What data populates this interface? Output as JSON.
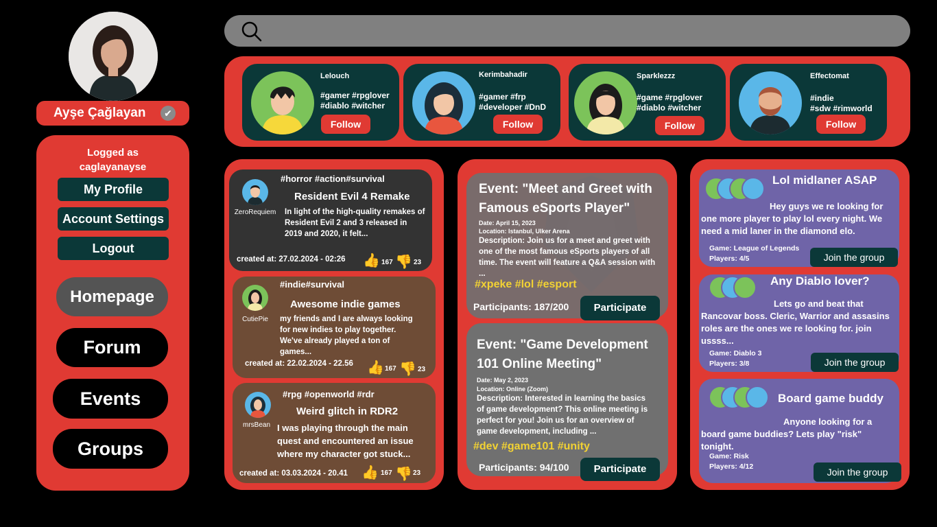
{
  "profile": {
    "name": "Ayşe Çağlayan",
    "logged_as_line1": "Logged as",
    "logged_as_line2": "caglayanayse"
  },
  "account_menu": {
    "my_profile": "My Profile",
    "account_settings": "Account Settings",
    "logout": "Logout"
  },
  "nav": {
    "homepage": "Homepage",
    "forum": "Forum",
    "events": "Events",
    "groups": "Groups"
  },
  "suggested_users": [
    {
      "name": "Lelouch",
      "tags_line1": "#gamer #rpglover",
      "tags_line2": "#diablo #witcher",
      "follow": "Follow"
    },
    {
      "name": "Kerimbahadir",
      "tags_line1": "#gamer #frp",
      "tags_line2": "#developer #DnD",
      "follow": "Follow"
    },
    {
      "name": "Sparklezzz",
      "tags_line1": "#game #rpglover",
      "tags_line2": "#diablo #witcher",
      "follow": "Follow"
    },
    {
      "name": "Effectomat",
      "tags_line1": "#indie",
      "tags_line2": "#sdw #rimworld",
      "follow": "Follow"
    }
  ],
  "forum_posts": [
    {
      "user": "ZeroRequiem",
      "tags": "#horror #action#survival",
      "title": "Resident Evil 4 Remake",
      "body": "In light of the high-quality remakes of Resident Evil 2 and 3 released in 2019 and 2020, it felt...",
      "created": "created at: 27.02.2024 - 02:26",
      "likes": "167",
      "dislikes": "23"
    },
    {
      "user": "CutiePie",
      "tags": "#indie#survival",
      "title": "Awesome indie games",
      "body": "my friends and I are always looking for new indies to play together. We've already played a ton of games...",
      "created": "created at: 22.02.2024 - 22.56",
      "likes": "167",
      "dislikes": "23"
    },
    {
      "user": "mrsBean",
      "tags": "#rpg #openworld #rdr",
      "title": "Weird glitch in RDR2",
      "body": "I was playing through the main quest and encountered an issue where my character got stuck...",
      "created": "created at: 03.03.2024 - 20.41",
      "likes": "167",
      "dislikes": "23"
    }
  ],
  "events": [
    {
      "title": "Event: \"Meet and Greet with Famous eSports Player\"",
      "date": "Date: April 15, 2023",
      "location": "Location: Istanbul, Ulker Arena",
      "desc": "Description: Join us for a meet and greet with one of the most famous eSports players of all time. The event will feature a Q&A session with ...",
      "tags": "#xpeke #lol #esport",
      "participants": "Participants: 187/200",
      "button": "Participate"
    },
    {
      "title": "Event: \"Game Development 101 Online Meeting\"",
      "date": "Date: May 2, 2023",
      "location": "Location: Online (Zoom)",
      "desc": "Description: Interested in learning the basics of game development? This online meeting is perfect for you! Join us for an overview of game development, including ...",
      "tags": "#dev #game101 #unity",
      "participants": "Participants: 94/100",
      "button": "Participate"
    }
  ],
  "groups": [
    {
      "title": "Lol midlaner ASAP",
      "desc": "Hey guys we re looking for one more player to play lol every night. We need a mid laner in the diamond elo.",
      "game": "Game: League of Legends",
      "players": "Players: 4/5",
      "button": "Join the group"
    },
    {
      "title": "Any Diablo lover?",
      "desc": "Lets go and beat that Rancovar boss. Cleric, Warrior and assasins roles are the ones we re looking for. join ussss...",
      "game": "Game: Diablo 3",
      "players": "Players: 3/8",
      "button": "Join the group"
    },
    {
      "title": "Board game buddy",
      "desc": "Anyone looking for a board game buddies? Lets play \"risk\" tonight.",
      "game": "Game: Risk",
      "players": "Players: 4/12",
      "button": "Join the group"
    }
  ],
  "colors": {
    "accent": "#e03a33",
    "dark_teal": "#0b3838",
    "tag_yellow": "#f2d233",
    "group_purple": "#6f64a8"
  }
}
